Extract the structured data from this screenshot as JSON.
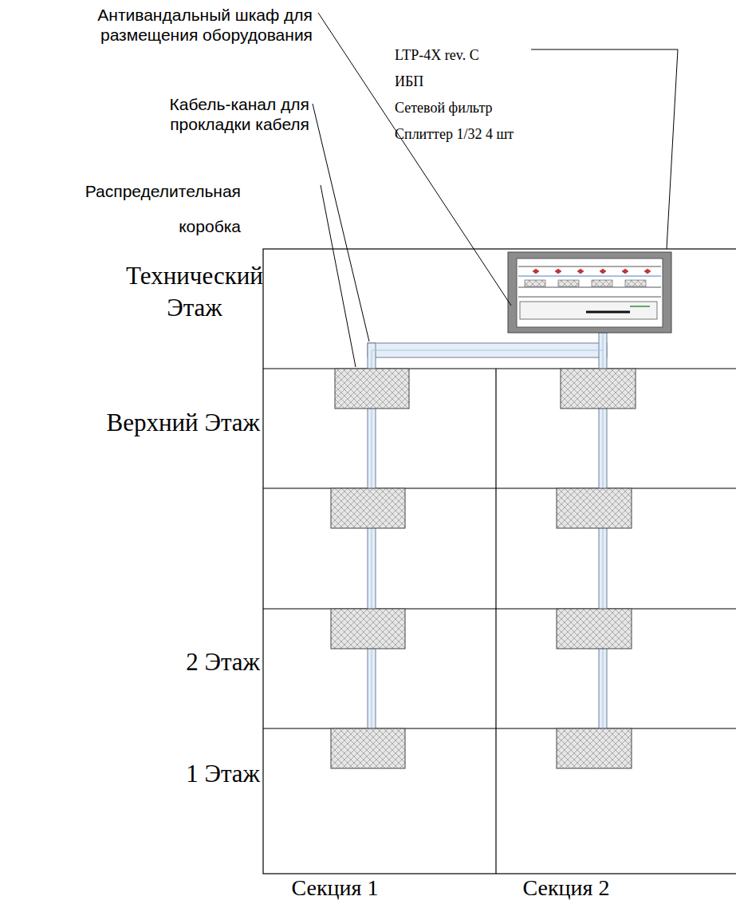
{
  "diagram": {
    "labels": [
      "Антивандальный шкаф для размещения оборудования",
      "Кабель-канал для прокладки кабеля",
      "Распределительная коробка",
      "LTP-4X rev. C",
      "ИБП",
      "Сетевой фильтр",
      "Сплиттер 1/32 4 шт",
      "Технический Этаж",
      "Верхний Этаж",
      "2 Этаж",
      "1 Этаж",
      "Секция 1",
      "Секция 2"
    ]
  }
}
